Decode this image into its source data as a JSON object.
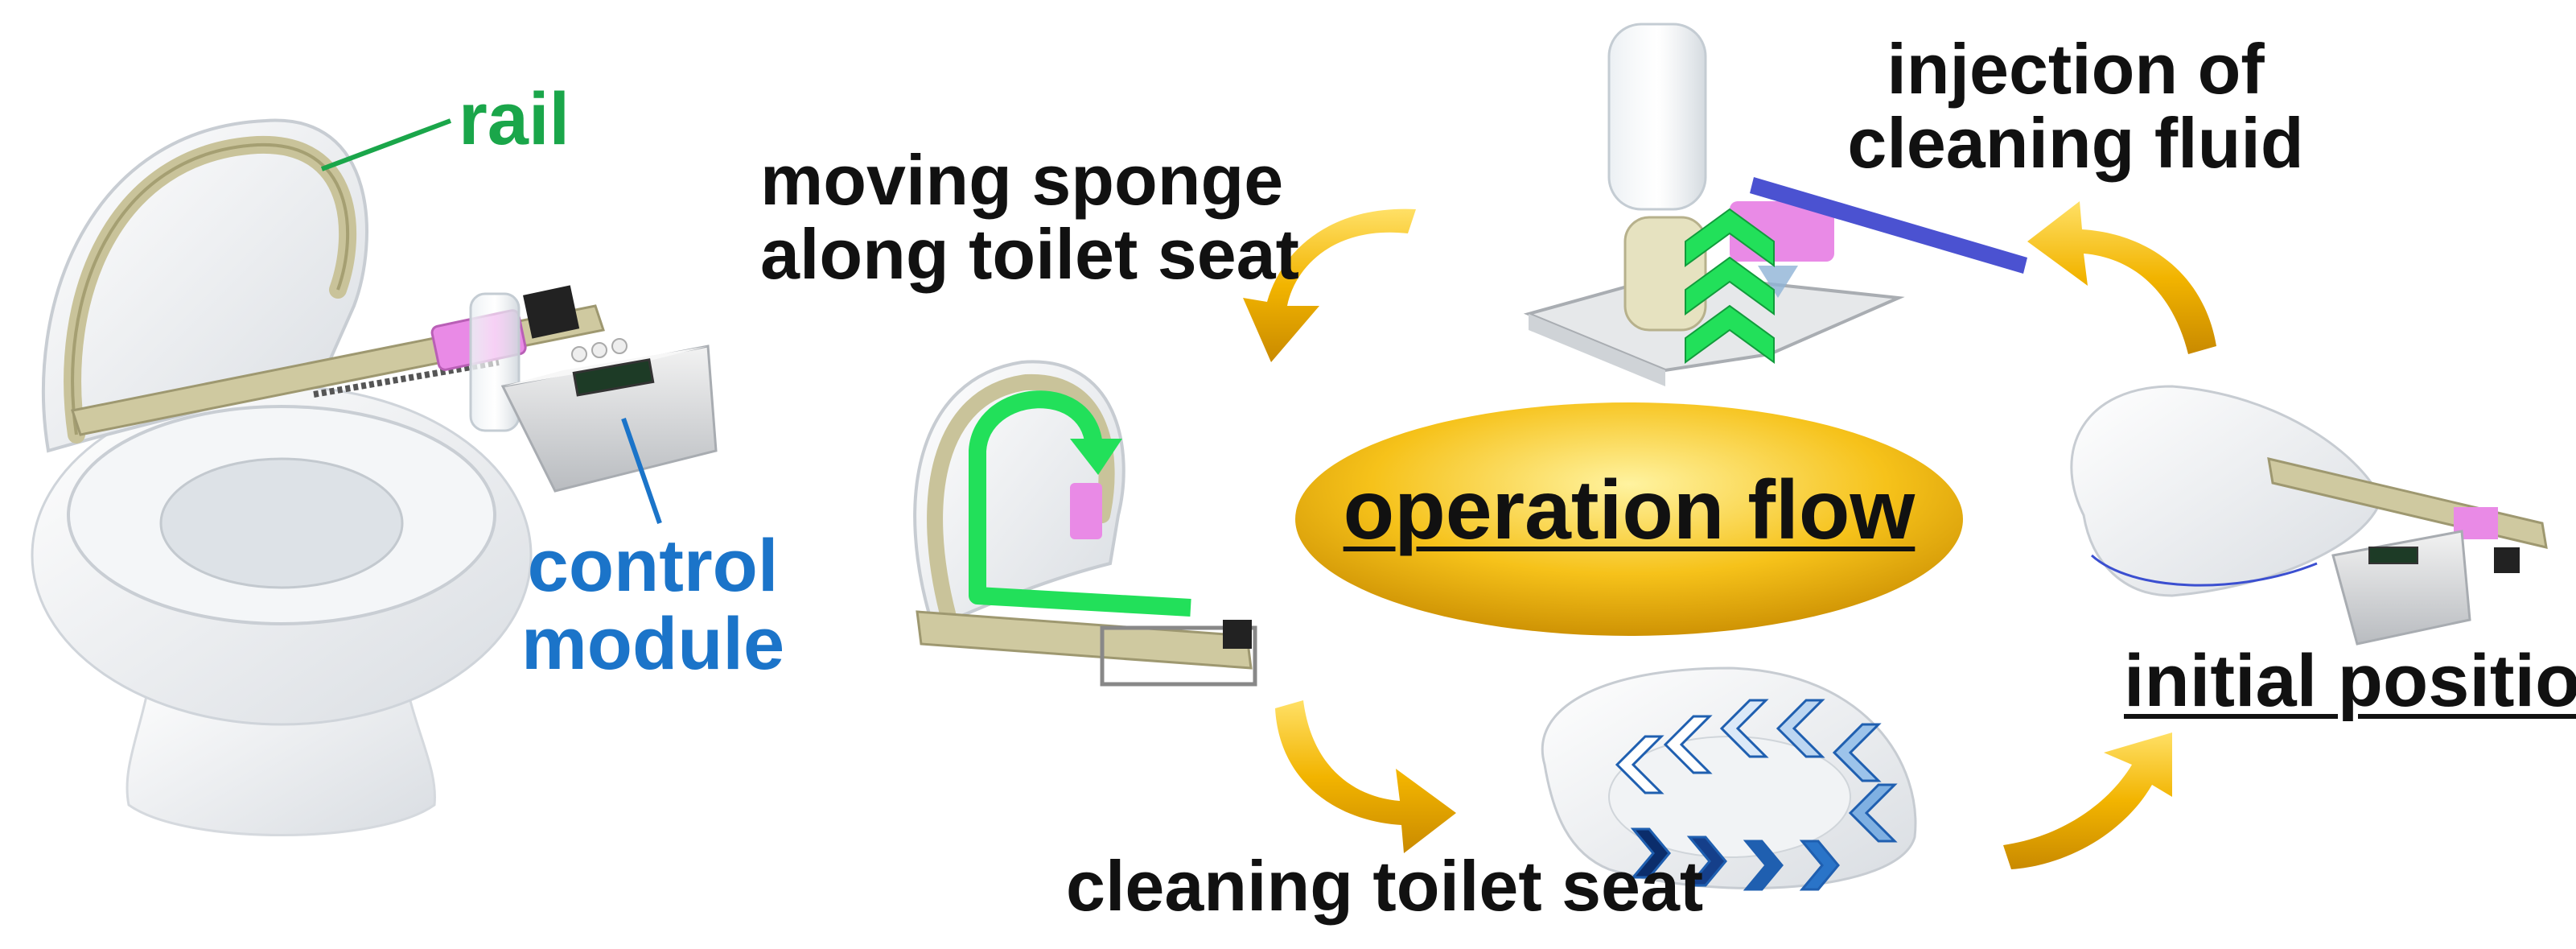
{
  "labels": {
    "rail": "rail",
    "control_line1": "control",
    "control_line2": "module",
    "moving_line1": "moving sponge",
    "moving_line2": "along toilet seat",
    "injection_line1": "injection of",
    "injection_line2": "cleaning fluid",
    "cleaning": "cleaning toilet seat",
    "initial": "initial position",
    "center": "operation flow"
  },
  "colors": {
    "rail_label": "#1aa64a",
    "control_label": "#1b74c9",
    "arrow_gold": "#f4b100",
    "center_ellipse": "#f2b400",
    "green_arrow": "#22e05a",
    "blue_chevron": "#1f5fb0",
    "sponge": "#e98ae6",
    "rail_beige": "#c9c39a"
  }
}
